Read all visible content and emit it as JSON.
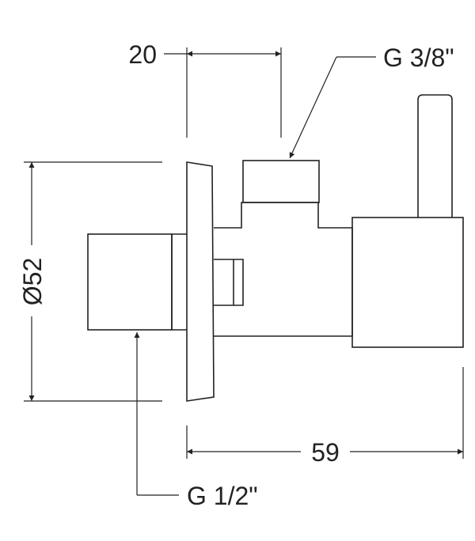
{
  "dimensions": {
    "width_top": "20",
    "diameter": "Ø52",
    "length_bottom": "59"
  },
  "threads": {
    "outlet": "G 3/8\"",
    "inlet": "G 1/2\""
  },
  "colors": {
    "line": "#222222",
    "background": "#ffffff"
  }
}
